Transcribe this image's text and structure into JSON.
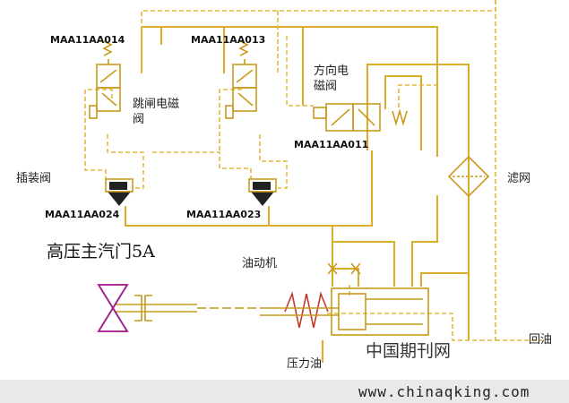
{
  "labels": {
    "valve1_code": "MAA11AA014",
    "valve2_code": "MAA11AA013",
    "valve1_name_a": "跳闸电磁",
    "valve1_name_b": "阀",
    "direction_name_a": "方向电",
    "direction_name_b": "磁阀",
    "direction_code": "MAA11AA011",
    "cartridge_name": "插装阀",
    "cartridge1_code": "MAA11AA024",
    "cartridge2_code": "MAA11AA023",
    "filter_name": "滤网",
    "main_valve_name": "高压主汽门5A",
    "actuator_name": "油动机",
    "return_oil": "回油",
    "pressure_oil": "压力油",
    "watermark_cn": "中国期刊网",
    "watermark_url": "www.chinaqking.com"
  },
  "colors": {
    "line": "#d9ac2a",
    "valve_body": "#c99a1c",
    "main_valve": "#a0148a",
    "cartridge_fill": "#222222",
    "actuator_spring": "#c0392b",
    "footer_bar": "#e9e9e9"
  },
  "icons": [
    "solenoid-valve-icon",
    "cartridge-valve-icon",
    "filter-icon",
    "main-steam-valve-icon",
    "actuator-cylinder-icon",
    "throttle-icon"
  ]
}
